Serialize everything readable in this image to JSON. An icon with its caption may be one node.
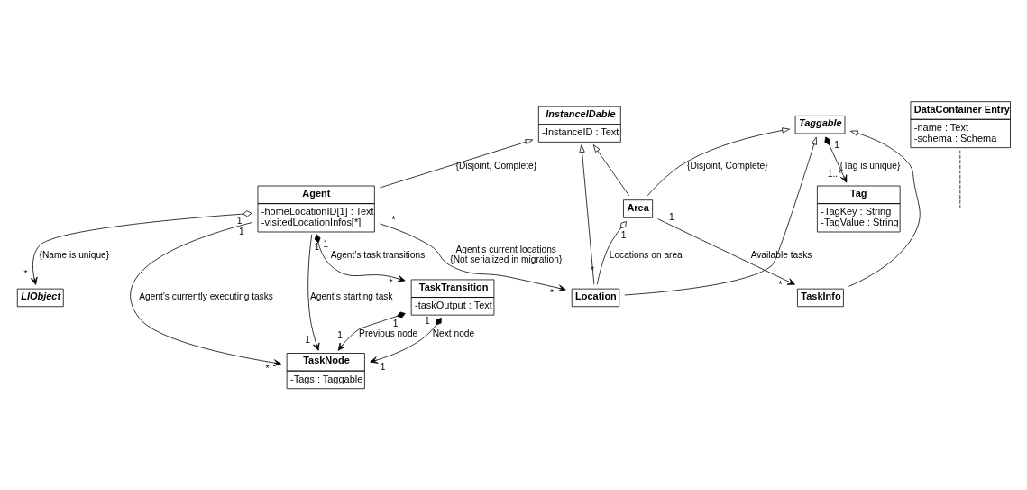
{
  "diagram": {
    "nodes": [
      {
        "text": [
          "InstanceIDable",
          "-InstanceID : Text"
        ]
      },
      {
        "text": [
          "Taggable"
        ]
      },
      {
        "text": [
          "Tag",
          "-TagKey : String",
          "-TagValue : String"
        ]
      },
      {
        "text": [
          "Agent",
          "-homeLocationID[1] : Text",
          "-visitedLocationInfos[*]"
        ]
      },
      {
        "text": [
          "DataContainer Entry",
          "-name : Text",
          "-schema : Schema"
        ]
      },
      {
        "text": [
          "LIObject"
        ]
      },
      {
        "text": [
          "TaskInfo"
        ]
      },
      {
        "text": [
          "Area"
        ]
      },
      {
        "text": [
          "Location"
        ]
      },
      {
        "text": [
          "TaskTransition",
          "-taskOutput : Text"
        ]
      },
      {
        "text": [
          "TaskNode",
          "-Tags : Taggable"
        ]
      }
    ],
    "edges": [
      {
        "from": 8,
        "to": 0,
        "arrow": "to"
      },
      {
        "from": 7,
        "to": 0,
        "arrow": "to"
      },
      {
        "from": 3,
        "to": 0,
        "arrow": "to"
      },
      {
        "from": 1,
        "to": 2,
        "arrow": "to",
        "label": "{Tag is unique}"
      },
      {
        "from": 3,
        "to": 5,
        "arrow": "to",
        "label": "{Name is unique}"
      },
      {
        "from": 4,
        "to": null,
        "arrow": "none",
        "style": "dashed"
      },
      {
        "from": 8,
        "to": 1,
        "arrow": "to"
      },
      {
        "from": 6,
        "to": 1,
        "arrow": "to"
      },
      {
        "from": 7,
        "to": 1,
        "arrow": "to"
      },
      {
        "from": 7,
        "to": 6,
        "arrow": "to",
        "label": "Available tasks"
      },
      {
        "from": 7,
        "to": 8,
        "arrow": "other",
        "label": "Locations on area"
      },
      {
        "from": 3,
        "to": 8,
        "arrow": "to",
        "label": "Agent’s current locations"
      },
      {
        "from": 3,
        "to": 9,
        "arrow": "to",
        "label": "Agent’s task transitions"
      },
      {
        "from": 9,
        "to": 10,
        "arrow": "to",
        "label": "Previous node"
      },
      {
        "from": 9,
        "to": 10,
        "arrow": "to",
        "label": "Next node"
      },
      {
        "from": 3,
        "to": 10,
        "arrow": "to",
        "label": "Agent’s currently executing tasks"
      },
      {
        "from": 3,
        "to": 10,
        "arrow": "to",
        "label": "Agent’s starting task"
      }
    ],
    "labels": [
      "{Disjoint, Complete}",
      "1",
      "1..*",
      "1",
      "*",
      "{Disjoint, Complete}",
      "*",
      "1",
      "1",
      "1",
      "*",
      "1",
      "1",
      "*",
      "1",
      "1",
      "*",
      "*",
      "1",
      "1",
      "*",
      "{Not serialized in migration}",
      "1"
    ]
  }
}
